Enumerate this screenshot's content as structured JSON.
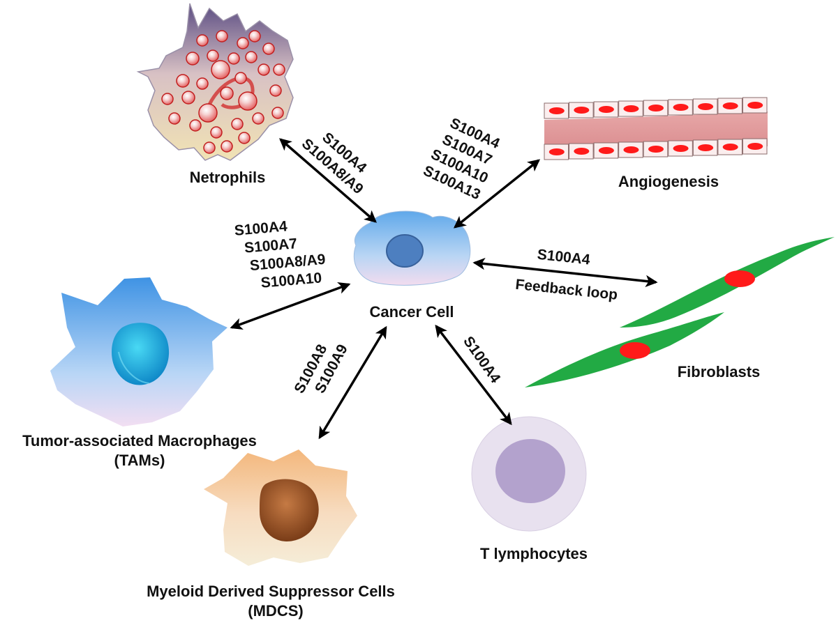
{
  "center": {
    "label": "Cancer Cell"
  },
  "cells": {
    "neutrophils": {
      "label": "Netrophils"
    },
    "angiogenesis": {
      "label": "Angiogenesis"
    },
    "fibroblasts": {
      "label": "Fibroblasts"
    },
    "t_cells": {
      "label": "T lymphocytes"
    },
    "tams": {
      "label_line1": "Tumor-associated Macrophages",
      "label_line2": "(TAMs)"
    },
    "mdsc": {
      "label_line1": "Myeloid Derived Suppressor Cells",
      "label_line2": "(MDCS)"
    }
  },
  "links": {
    "neutrophils": {
      "markers": [
        "S100A4",
        "S100A8/A9"
      ]
    },
    "angiogenesis": {
      "markers": [
        "S100A4",
        "S100A7",
        "S100A10",
        "S100A13"
      ]
    },
    "fibroblasts": {
      "markers": [
        "S100A4",
        "Feedback loop"
      ]
    },
    "t_cells": {
      "markers": [
        "S100A4"
      ]
    },
    "tams": {
      "markers": [
        "S100A4",
        "S100A7",
        "S100A8/A9",
        "S100A10"
      ]
    },
    "mdsc": {
      "markers": [
        "S100A8",
        "S100A9"
      ]
    }
  },
  "colors": {
    "arrow": "#000000",
    "nucleus_red": "#ff1a1a",
    "fibroblast_green": "#22aa44",
    "vessel_pink": "#e3989c",
    "lymphocyte_purple": "#b3a2cd"
  }
}
